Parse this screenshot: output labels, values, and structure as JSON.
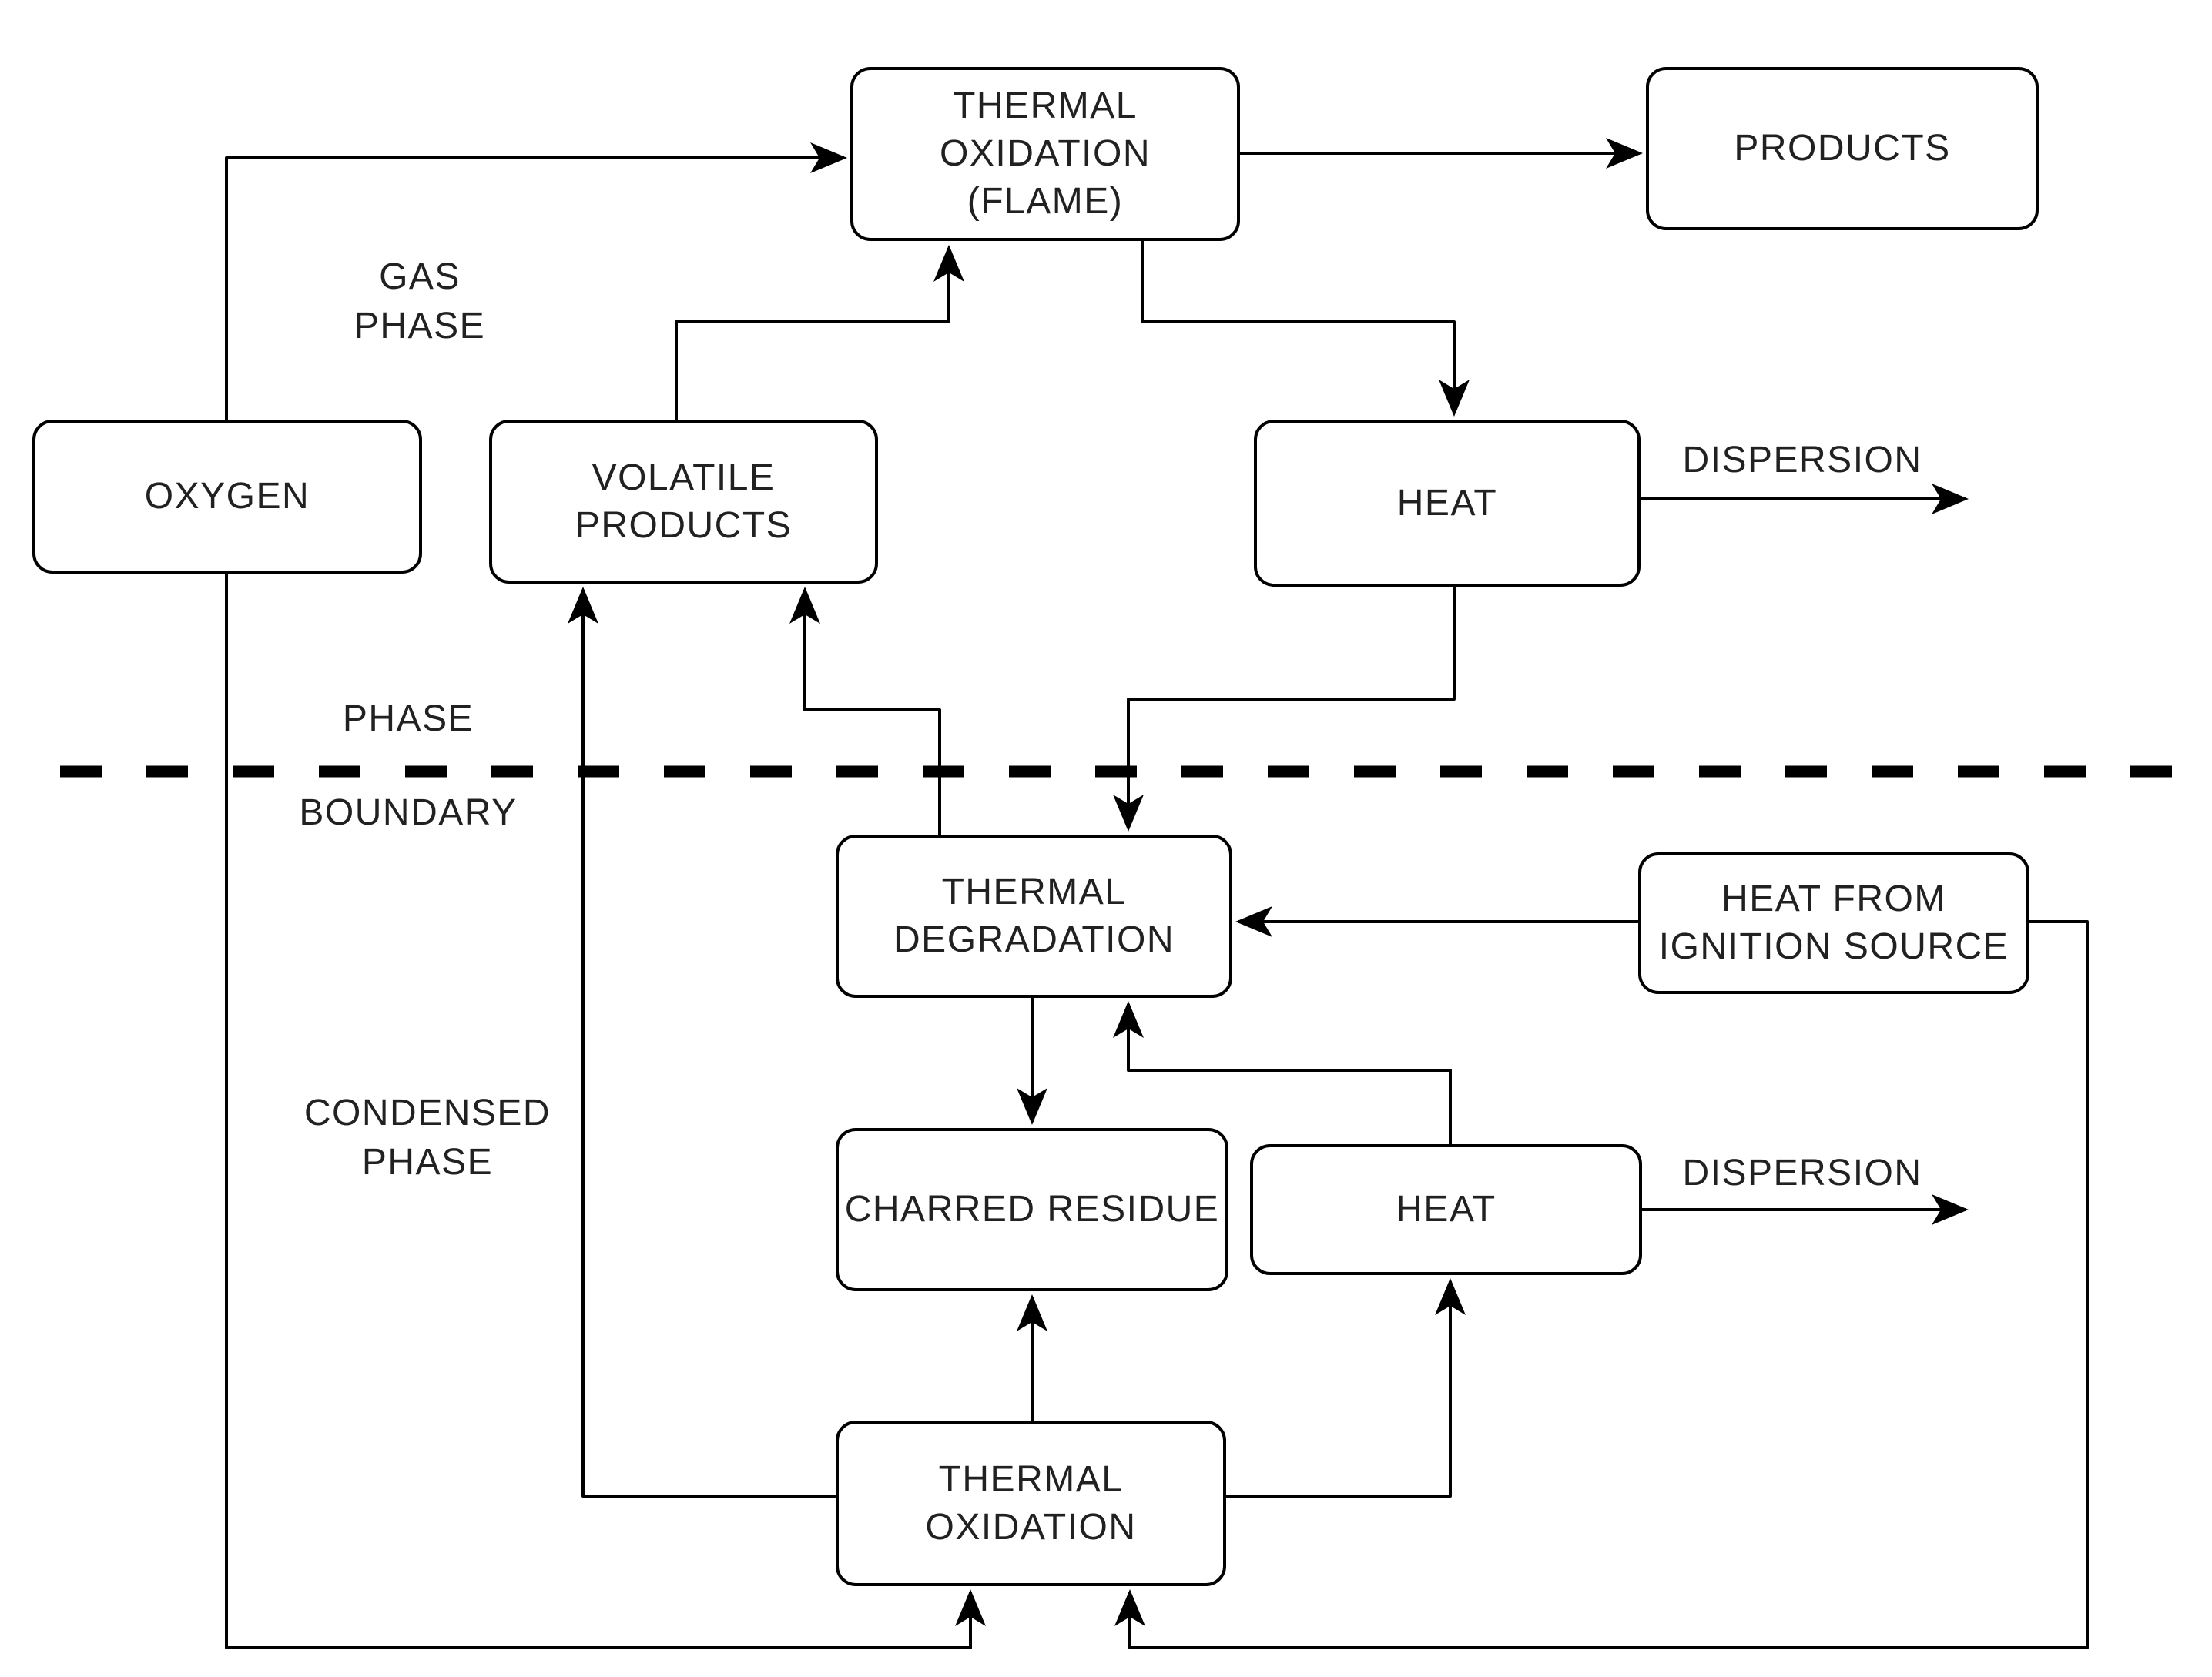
{
  "colors": {
    "background": "#ffffff",
    "line": "#000000",
    "text": "#212121",
    "node_fill": "#ffffff"
  },
  "nodes": {
    "flame": {
      "lines": [
        "THERMAL",
        "OXIDATION",
        "(FLAME)"
      ]
    },
    "products": {
      "lines": [
        "PRODUCTS"
      ]
    },
    "oxygen": {
      "lines": [
        "OXYGEN"
      ]
    },
    "volatile": {
      "lines": [
        "VOLATILE",
        "PRODUCTS"
      ]
    },
    "heat_gas": {
      "lines": [
        "HEAT"
      ]
    },
    "thermal_degradation": {
      "lines": [
        "THERMAL",
        "DEGRADATION"
      ]
    },
    "heat_ignition": {
      "lines": [
        "HEAT FROM",
        "IGNITION SOURCE"
      ]
    },
    "charred_residue": {
      "lines": [
        "CHARRED RESIDUE"
      ]
    },
    "heat_condensed": {
      "lines": [
        "HEAT"
      ]
    },
    "thermal_oxidation": {
      "lines": [
        "THERMAL",
        "OXIDATION"
      ]
    }
  },
  "labels": {
    "gas_phase_line1": "GAS",
    "gas_phase_line2": "PHASE",
    "phase": "PHASE",
    "boundary": "BOUNDARY",
    "condensed_phase_line1": "CONDENSED",
    "condensed_phase_line2": "PHASE",
    "dispersion_gas": "DISPERSION",
    "dispersion_condensed": "DISPERSION"
  },
  "edges": [
    {
      "from": "OXYGEN",
      "to": "THERMAL OXIDATION (FLAME)"
    },
    {
      "from": "VOLATILE PRODUCTS",
      "to": "THERMAL OXIDATION (FLAME)"
    },
    {
      "from": "THERMAL OXIDATION (FLAME)",
      "to": "PRODUCTS"
    },
    {
      "from": "THERMAL OXIDATION (FLAME)",
      "to": "HEAT (GAS PHASE)"
    },
    {
      "from": "HEAT (GAS PHASE)",
      "to": "DISPERSION"
    },
    {
      "from": "HEAT (GAS PHASE)",
      "to": "THERMAL DEGRADATION"
    },
    {
      "from": "THERMAL DEGRADATION",
      "to": "VOLATILE PRODUCTS"
    },
    {
      "from": "THERMAL OXIDATION (CONDENSED)",
      "to": "VOLATILE PRODUCTS"
    },
    {
      "from": "HEAT FROM IGNITION SOURCE",
      "to": "THERMAL DEGRADATION"
    },
    {
      "from": "THERMAL DEGRADATION",
      "to": "CHARRED RESIDUE"
    },
    {
      "from": "THERMAL OXIDATION (CONDENSED)",
      "to": "CHARRED RESIDUE"
    },
    {
      "from": "HEAT (CONDENSED PHASE)",
      "to": "THERMAL DEGRADATION"
    },
    {
      "from": "THERMAL OXIDATION (CONDENSED)",
      "to": "HEAT (CONDENSED PHASE)"
    },
    {
      "from": "HEAT (CONDENSED PHASE)",
      "to": "DISPERSION"
    },
    {
      "from": "HEAT FROM IGNITION SOURCE",
      "to": "THERMAL OXIDATION (CONDENSED)"
    },
    {
      "from": "OXYGEN",
      "to": "THERMAL OXIDATION (CONDENSED)"
    }
  ]
}
